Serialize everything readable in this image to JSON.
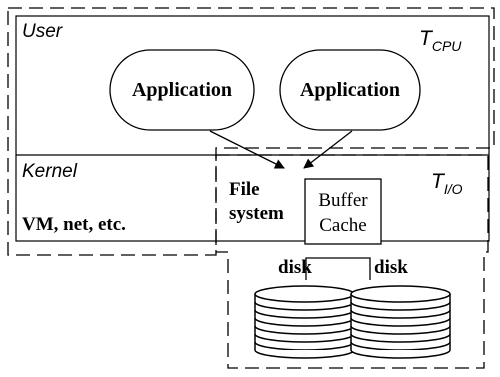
{
  "regions": {
    "user": "User",
    "kernel": "Kernel",
    "t_cpu_main": "T",
    "t_cpu_sub": "CPU",
    "t_io_main": "T",
    "t_io_sub": "I/O"
  },
  "nodes": {
    "app_left": "Application",
    "app_right": "Application",
    "vm": "VM, net, etc.",
    "fs_line1": "File",
    "fs_line2": "system",
    "buffer_line1": "Buffer",
    "buffer_line2": "Cache",
    "disk_left": "disk",
    "disk_right": "disk"
  }
}
